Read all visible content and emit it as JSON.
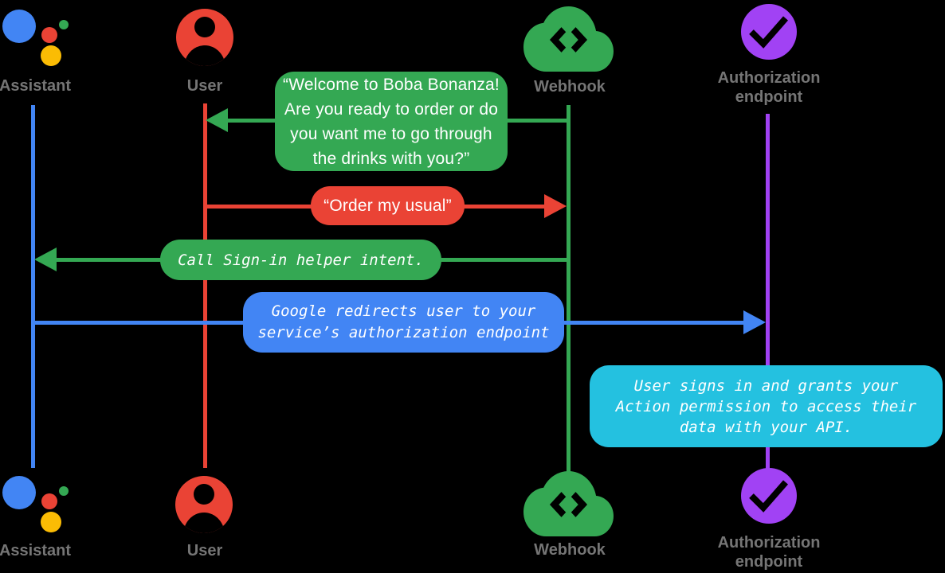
{
  "diagram": {
    "type": "sequence-diagram",
    "actors": {
      "assistant": {
        "label": "Assistant",
        "color": "#4285F4",
        "icon": "google-assistant-logo"
      },
      "user": {
        "label": "User",
        "color": "#EA4335",
        "icon": "person-circle-icon"
      },
      "webhook": {
        "label": "Webhook",
        "color": "#34A853",
        "icon": "cloud-code-icon"
      },
      "auth": {
        "label_line1": "Authorization",
        "label_line2": "endpoint",
        "color": "#A142F4",
        "icon": "check-circle-icon"
      }
    },
    "messages": {
      "welcome": {
        "from": "webhook",
        "to": "user",
        "color": "#34A853",
        "lines": [
          "“Welcome to Boba Bonanza!",
          "Are you ready to order or do",
          "you want me to go through",
          "the drinks with you?”"
        ]
      },
      "order": {
        "from": "user",
        "to": "webhook",
        "color": "#EA4335",
        "lines": [
          "“Order my usual”"
        ]
      },
      "signin": {
        "from": "webhook",
        "to": "assistant",
        "color": "#34A853",
        "lines": [
          "Call Sign-in helper intent."
        ]
      },
      "redirect": {
        "from": "assistant",
        "to": "auth",
        "color": "#4285F4",
        "lines": [
          "Google redirects user to your",
          "service’s authorization endpoint"
        ]
      },
      "grant": {
        "note_on": "auth",
        "color": "#24C1E0",
        "lines": [
          "User signs in and grants your",
          "Action permission to access their",
          "data with your API."
        ]
      }
    },
    "colors": {
      "assistant_blue": "#4285F4",
      "user_red": "#EA4335",
      "webhook_green": "#34A853",
      "auth_purple": "#A142F4",
      "note_cyan": "#24C1E0",
      "logo_yellow": "#FBBC04",
      "logo_green": "#34A853",
      "label_gray": "#757575",
      "background": "#000000"
    }
  }
}
